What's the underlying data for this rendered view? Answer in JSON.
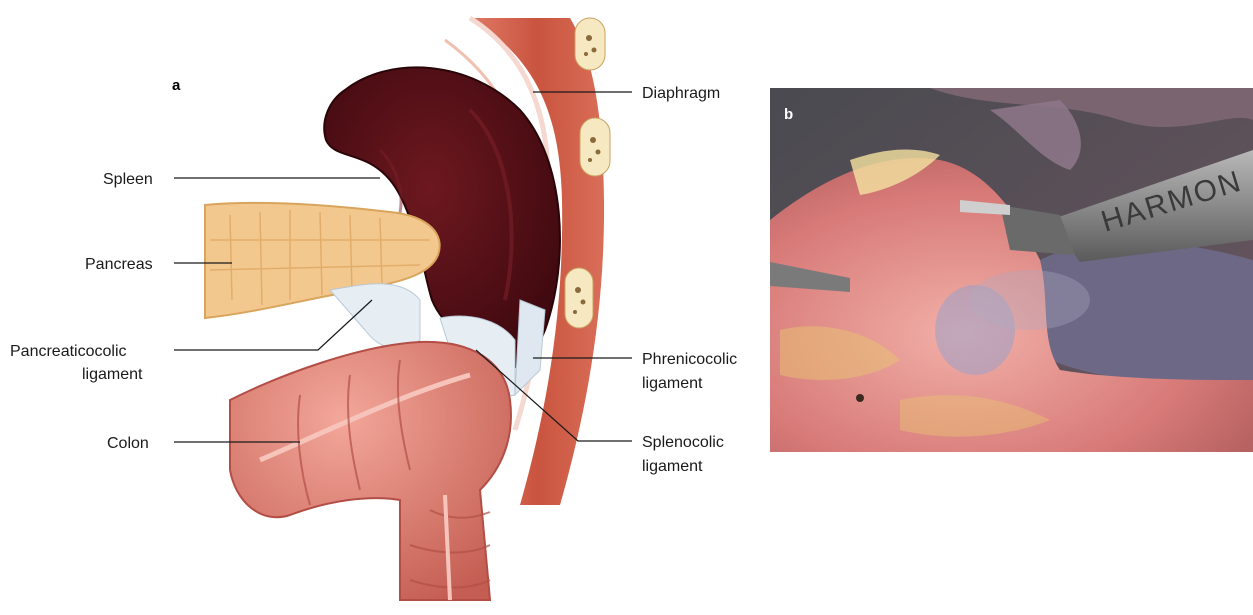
{
  "panel_a": {
    "letter": "a",
    "labels": {
      "diaphragm": "Diaphragm",
      "spleen": "Spleen",
      "pancreas": "Pancreas",
      "pancreaticocolic_1": "Pancreaticocolic",
      "pancreaticocolic_2": "ligament",
      "phrenicocolic_1": "Phrenicocolic",
      "phrenicocolic_2": "ligament",
      "colon": "Colon",
      "splenocolic_1": "Splenocolic",
      "splenocolic_2": "ligament"
    }
  },
  "panel_b": {
    "letter": "b",
    "instrument_text": "HARMON"
  },
  "colors": {
    "spleen": "#5a1218",
    "spleen_dark": "#3d0a10",
    "pancreas": "#f3c88e",
    "colon": "#d9756b",
    "muscle": "#c8503f",
    "ligament": "#e6eef4"
  }
}
